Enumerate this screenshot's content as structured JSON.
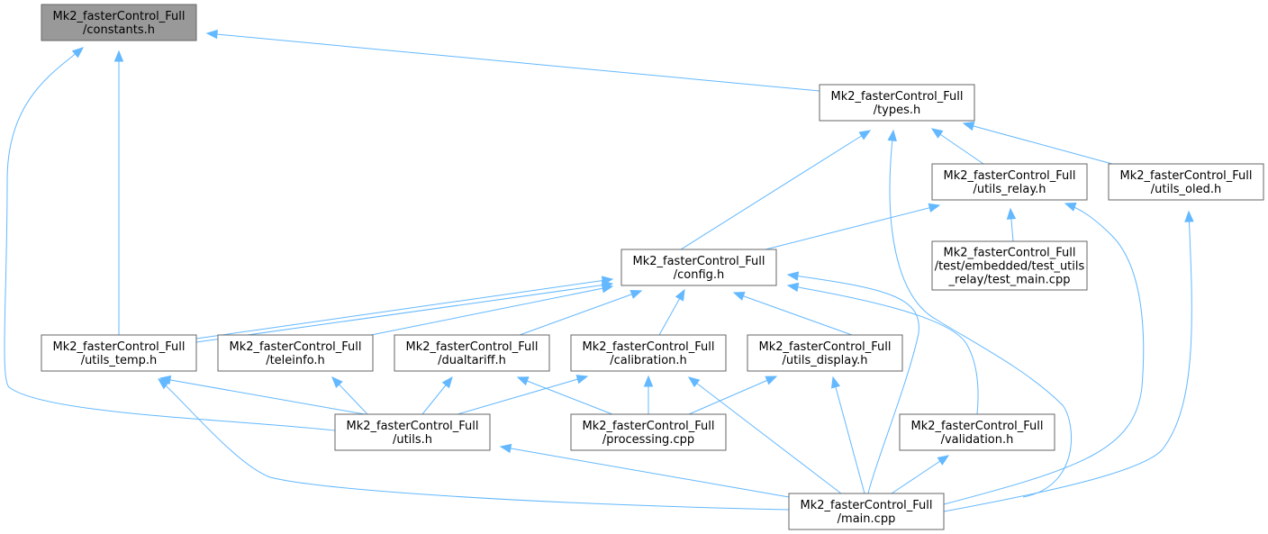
{
  "nodes": [
    {
      "id": "constants",
      "lines": [
        "Mk2_fasterControl_Full",
        "/constants.h"
      ],
      "highlight": true
    },
    {
      "id": "types",
      "lines": [
        "Mk2_fasterControl_Full",
        "/types.h"
      ]
    },
    {
      "id": "utils_relay",
      "lines": [
        "Mk2_fasterControl_Full",
        "/utils_relay.h"
      ]
    },
    {
      "id": "utils_oled",
      "lines": [
        "Mk2_fasterControl_Full",
        "/utils_oled.h"
      ]
    },
    {
      "id": "config",
      "lines": [
        "Mk2_fasterControl_Full",
        "/config.h"
      ]
    },
    {
      "id": "test_main",
      "lines": [
        "Mk2_fasterControl_Full",
        "/test/embedded/test_utils",
        "_relay/test_main.cpp"
      ]
    },
    {
      "id": "utils_temp",
      "lines": [
        "Mk2_fasterControl_Full",
        "/utils_temp.h"
      ]
    },
    {
      "id": "teleinfo",
      "lines": [
        "Mk2_fasterControl_Full",
        "/teleinfo.h"
      ]
    },
    {
      "id": "dualtariff",
      "lines": [
        "Mk2_fasterControl_Full",
        "/dualtariff.h"
      ]
    },
    {
      "id": "calibration",
      "lines": [
        "Mk2_fasterControl_Full",
        "/calibration.h"
      ]
    },
    {
      "id": "utils_display",
      "lines": [
        "Mk2_fasterControl_Full",
        "/utils_display.h"
      ]
    },
    {
      "id": "utils",
      "lines": [
        "Mk2_fasterControl_Full",
        "/utils.h"
      ]
    },
    {
      "id": "processing",
      "lines": [
        "Mk2_fasterControl_Full",
        "/processing.cpp"
      ]
    },
    {
      "id": "validation",
      "lines": [
        "Mk2_fasterControl_Full",
        "/validation.h"
      ]
    },
    {
      "id": "main",
      "lines": [
        "Mk2_fasterControl_Full",
        "/main.cpp"
      ]
    }
  ],
  "edges": [
    {
      "from": "types",
      "to": "constants"
    },
    {
      "from": "utils_temp",
      "to": "constants"
    },
    {
      "from": "utils",
      "to": "constants"
    },
    {
      "from": "config",
      "to": "types"
    },
    {
      "from": "utils_relay",
      "to": "types"
    },
    {
      "from": "utils_oled",
      "to": "types"
    },
    {
      "from": "main",
      "to": "types"
    },
    {
      "from": "config",
      "to": "utils_relay"
    },
    {
      "from": "test_main",
      "to": "utils_relay"
    },
    {
      "from": "main",
      "to": "utils_relay"
    },
    {
      "from": "main",
      "to": "utils_oled"
    },
    {
      "from": "utils_temp",
      "to": "config"
    },
    {
      "from": "utils_temp",
      "to": "config"
    },
    {
      "from": "teleinfo",
      "to": "config"
    },
    {
      "from": "dualtariff",
      "to": "config"
    },
    {
      "from": "calibration",
      "to": "config"
    },
    {
      "from": "utils_display",
      "to": "config"
    },
    {
      "from": "validation",
      "to": "config"
    },
    {
      "from": "main",
      "to": "config"
    },
    {
      "from": "utils",
      "to": "utils_temp"
    },
    {
      "from": "main",
      "to": "utils_temp"
    },
    {
      "from": "utils",
      "to": "teleinfo"
    },
    {
      "from": "utils",
      "to": "dualtariff"
    },
    {
      "from": "processing",
      "to": "dualtariff"
    },
    {
      "from": "utils",
      "to": "calibration"
    },
    {
      "from": "processing",
      "to": "calibration"
    },
    {
      "from": "main",
      "to": "calibration"
    },
    {
      "from": "processing",
      "to": "utils_display"
    },
    {
      "from": "main",
      "to": "utils_display"
    },
    {
      "from": "main",
      "to": "utils"
    },
    {
      "from": "main",
      "to": "validation"
    }
  ],
  "colors": {
    "edge": "#63b8ff",
    "node_border": "#666666",
    "root_fill": "#999999"
  }
}
